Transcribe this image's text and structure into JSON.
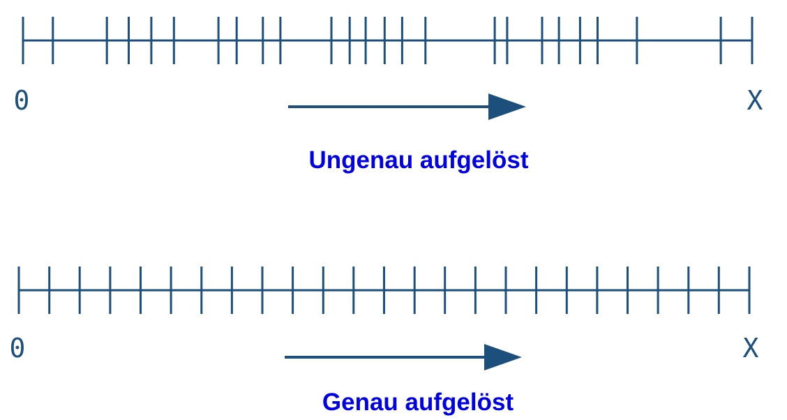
{
  "colors": {
    "line": "#1d4f7c",
    "caption": "#0000e6"
  },
  "scales": [
    {
      "id": "ungenau",
      "start_label": "0",
      "end_label": "X",
      "caption": "Ungenau aufgelöst",
      "ticks": [
        0.0,
        0.041,
        0.115,
        0.145,
        0.176,
        0.207,
        0.268,
        0.293,
        0.329,
        0.353,
        0.423,
        0.448,
        0.47,
        0.496,
        0.52,
        0.552,
        0.647,
        0.664,
        0.712,
        0.735,
        0.764,
        0.788,
        0.842,
        0.957,
        1.0
      ]
    },
    {
      "id": "genau",
      "start_label": "0",
      "end_label": "X",
      "caption": "Genau aufgelöst",
      "ticks": [
        0.0,
        0.0417,
        0.0833,
        0.125,
        0.1667,
        0.2083,
        0.25,
        0.2917,
        0.3333,
        0.375,
        0.4167,
        0.4583,
        0.5,
        0.5417,
        0.5833,
        0.625,
        0.6667,
        0.7083,
        0.75,
        0.7917,
        0.8333,
        0.875,
        0.9167,
        0.9583,
        1.0
      ]
    }
  ]
}
